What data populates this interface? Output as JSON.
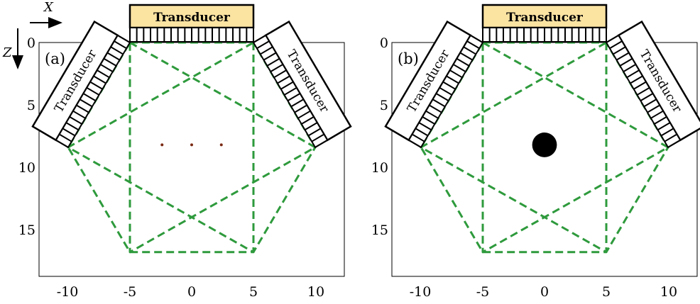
{
  "axis_labels": {
    "x": "X",
    "z": "Z"
  },
  "colors": {
    "grid_line": "#2e9a3c",
    "top_transducer_fill": "#fbe3a2",
    "transducer_outline": "#000000",
    "target": "#000000",
    "point_source": "#7a2a14"
  },
  "panels": [
    {
      "label": "(a)",
      "transducers": [
        {
          "name": "Transducer",
          "position": "left"
        },
        {
          "name": "Transducer",
          "position": "top"
        },
        {
          "name": "Transducer",
          "position": "right"
        }
      ],
      "x_ticks": [
        "-10",
        "-5",
        "0",
        "5",
        "10"
      ],
      "y_ticks": [
        "0",
        "5",
        "10",
        "15"
      ],
      "targets": [
        {
          "type": "point",
          "x": -2.4,
          "z": 8.3
        },
        {
          "type": "point",
          "x": 0.0,
          "z": 8.3
        },
        {
          "type": "point",
          "x": 2.4,
          "z": 8.3
        }
      ]
    },
    {
      "label": "(b)",
      "transducers": [
        {
          "name": "Transducer",
          "position": "left"
        },
        {
          "name": "Transducer",
          "position": "top"
        },
        {
          "name": "Transducer",
          "position": "right"
        }
      ],
      "x_ticks": [
        "-10",
        "-5",
        "0",
        "5",
        "10"
      ],
      "y_ticks": [
        "0",
        "5",
        "10",
        "15"
      ],
      "targets": [
        {
          "type": "disk",
          "x": 0.0,
          "z": 8.3,
          "radius": 1.0
        }
      ]
    }
  ],
  "hexagon_vertices": [
    [
      -5,
      0
    ],
    [
      5,
      0
    ],
    [
      10,
      8.5
    ],
    [
      5,
      17
    ],
    [
      -5,
      17
    ],
    [
      -10,
      8.5
    ]
  ],
  "axis_range": {
    "x": [
      -12.3,
      12.3
    ],
    "z": [
      0,
      19
    ]
  }
}
